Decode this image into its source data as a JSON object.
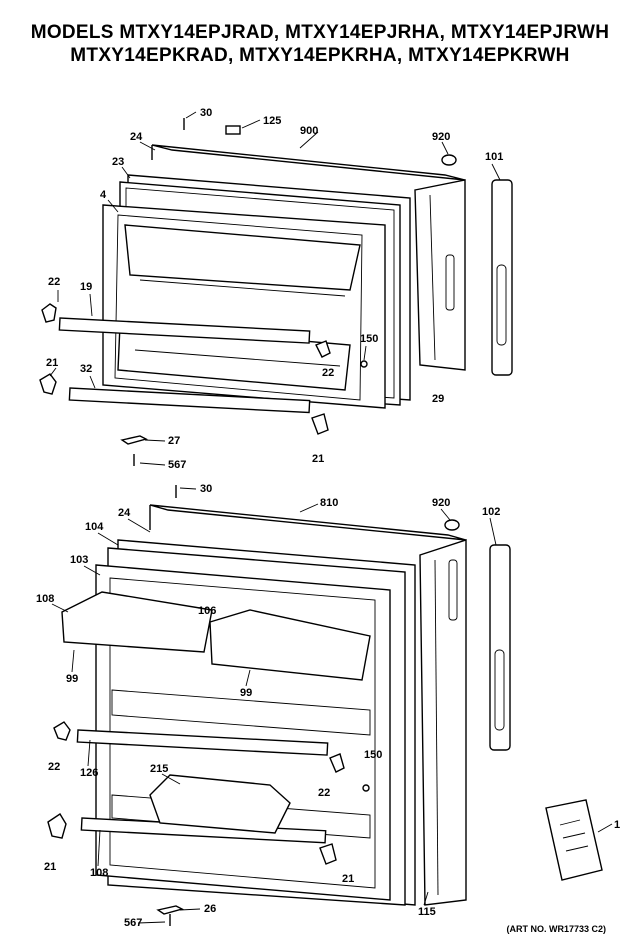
{
  "header": {
    "title_line1": "MODELS MTXY14EPJRAD, MTXY14EPJRHA, MTXY14EPJRWH",
    "title_line2": "MTXY14EPKRAD, MTXY14EPKRHA, MTXY14EPKRWH"
  },
  "diagram": {
    "callouts_top": [
      "30",
      "125",
      "900",
      "920",
      "101",
      "24",
      "23",
      "4",
      "22",
      "19",
      "150",
      "22",
      "29",
      "21",
      "32",
      "27",
      "567",
      "21"
    ],
    "callouts_bottom": [
      "30",
      "810",
      "920",
      "102",
      "24",
      "104",
      "103",
      "108",
      "106",
      "99",
      "99",
      "22",
      "126",
      "215",
      "150",
      "22",
      "21",
      "108",
      "21",
      "26",
      "567",
      "115",
      "1"
    ],
    "art_number": "(ART NO. WR17733 C2)"
  }
}
